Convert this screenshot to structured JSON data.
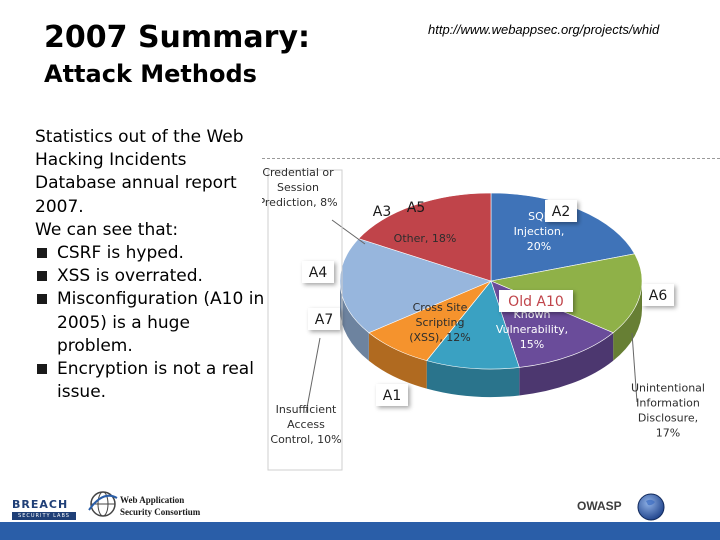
{
  "header": {
    "title": "2007 Summary:",
    "subtitle": "Attack Methods",
    "url": "http://www.webappsec.org/projects/whid"
  },
  "body": {
    "intro": "Statistics out of the Web Hacking Incidents Database annual report 2007.",
    "lead": "We can see that:",
    "bullets": [
      "CSRF is hyped.",
      "XSS is overrated.",
      "Misconfiguration (A10 in 2005) is a huge problem.",
      "Encryption is not a real issue."
    ]
  },
  "chart_data": {
    "type": "pie",
    "slices": [
      {
        "label": "SQL Injection,",
        "value_label": "20%",
        "value": 20,
        "color": "#3f73b8"
      },
      {
        "label": "Known Vulnerability,",
        "value_label": "15%",
        "value": 15,
        "color": "#8fb148"
      },
      {
        "label": "Cross Site Scripting (XSS),",
        "value_label": "12%",
        "value": 12,
        "color": "#6a4c9a"
      },
      {
        "label": "Insufficient Access Control,",
        "value_label": "10%",
        "value": 10,
        "color": "#3aa1c2"
      },
      {
        "label": "Credential or Session Prediction,",
        "value_label": "8%",
        "value": 8,
        "color": "#f5932d"
      },
      {
        "label": "Other,",
        "value_label": "18%",
        "value": 18,
        "color": "#97b6dd"
      },
      {
        "label": "Unintentional Information Disclosure,",
        "value_label": "17%",
        "value": 17,
        "color": "#c0444a"
      }
    ],
    "callouts": [
      "A1",
      "A2",
      "A3",
      "A4",
      "A5",
      "A6",
      "A7",
      "Old A10"
    ]
  },
  "footer": {
    "breach_name": "BREACH",
    "breach_tagline": "SECURITY LABS",
    "wasc_line1": "Web Application",
    "wasc_line2": "Security Consortium",
    "owasp": "OWASP"
  }
}
